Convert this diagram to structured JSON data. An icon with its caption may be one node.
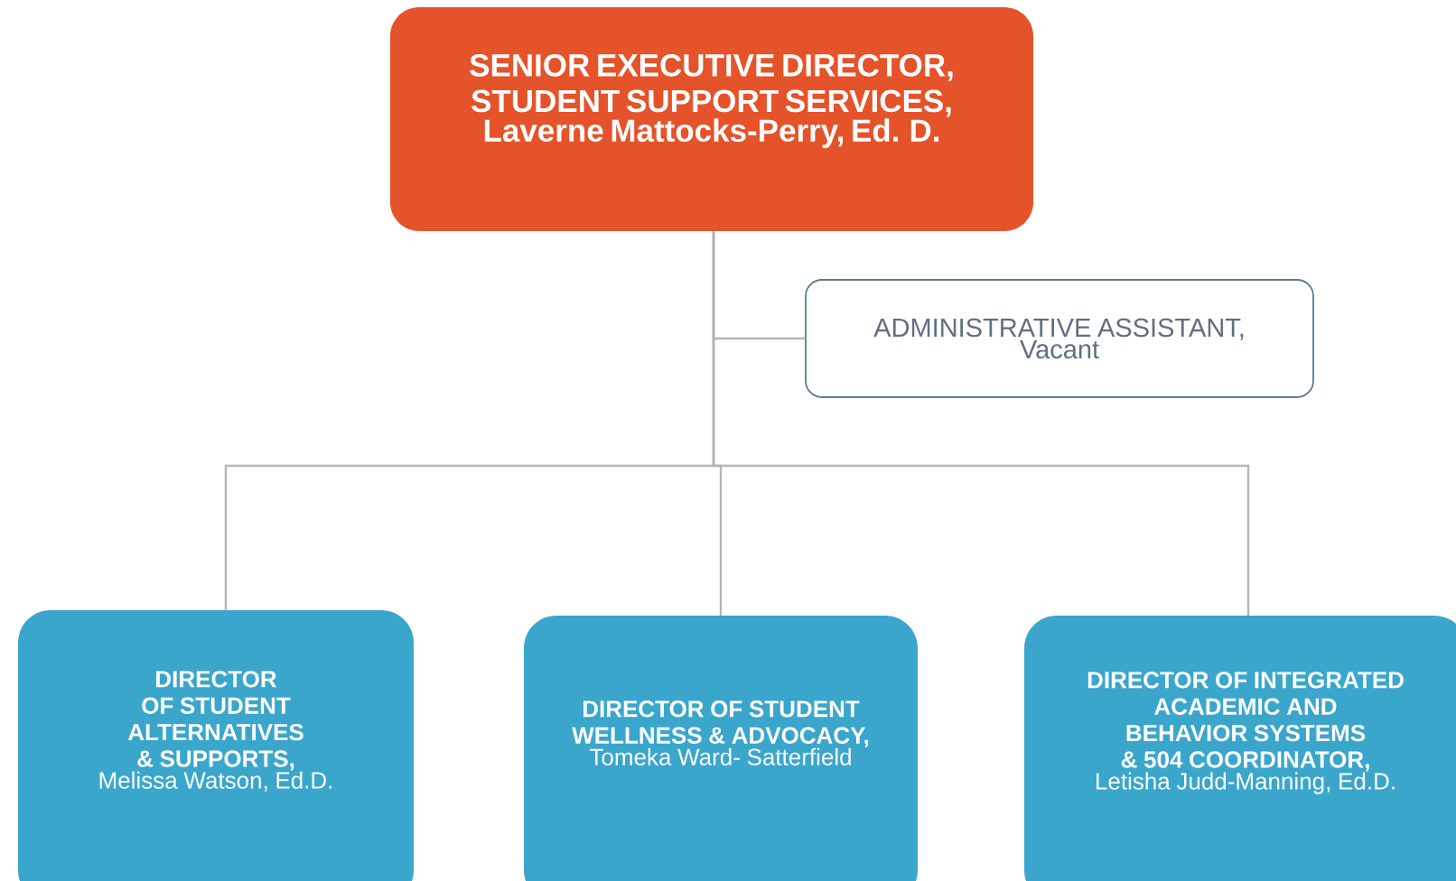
{
  "diagram": {
    "nodes": [
      {
        "text": [
          "SENIOR EXECUTIVE DIRECTOR, STUDENT SUPPORT SERVICES,",
          "Laverne Mattocks-Perry, Ed. D."
        ]
      },
      {
        "text": [
          "ADMINISTRATIVE ASSISTANT,",
          "Vacant"
        ]
      },
      {
        "text": [
          "DIRECTOR OF STUDENT ALTERNATIVES & SUPPORTS,",
          "Melissa Watson, Ed.D."
        ]
      },
      {
        "text": [
          "DIRECTOR OF STUDENT WELLNESS & ADVOCACY,",
          "Tomeka Ward- Satterfield"
        ]
      },
      {
        "text": [
          "DIRECTOR OF INTEGRATED ACADEMIC AND BEHAVIOR SYSTEMS & 504 COORDINATOR,",
          "Letisha Judd-Manning, Ed.D."
        ]
      }
    ],
    "edges": [
      {
        "from": 0,
        "to": 1,
        "arrow": "none"
      },
      {
        "from": 0,
        "to": 2,
        "arrow": "none"
      },
      {
        "from": 0,
        "to": 3,
        "arrow": "none"
      },
      {
        "from": 0,
        "to": 4,
        "arrow": "none"
      }
    ]
  }
}
